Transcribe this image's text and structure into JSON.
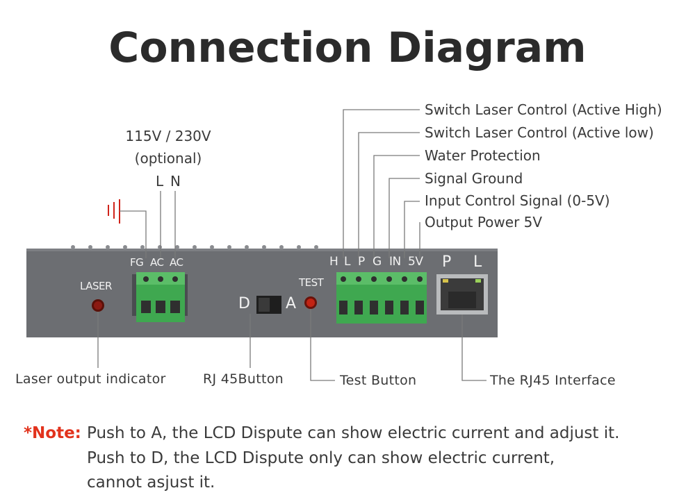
{
  "title": "Connection Diagram",
  "power": {
    "voltage": "115V / 230V",
    "optional": "(optional)",
    "l": "L",
    "n": "N"
  },
  "right_labels": [
    "Switch Laser Control (Active High)",
    "Switch Laser Control (Active low)",
    "Water Protection",
    "Signal Ground",
    "Input Control Signal (0-5V)",
    "Output Power 5V"
  ],
  "panel": {
    "fg": "FG",
    "ac1": "AC",
    "ac2": "AC",
    "laser": "LASER",
    "test": "TEST",
    "d": "D",
    "a": "A",
    "pins": [
      "H",
      "L",
      "P",
      "G",
      "IN",
      "5V"
    ],
    "p": "P",
    "l": "L"
  },
  "bottom_labels": {
    "laser_indicator": "Laser output indicator",
    "rj45_button": "RJ 45Button",
    "test_button": "Test Button",
    "rj45_interface": "The RJ45 Interface"
  },
  "note": {
    "label": "*Note:",
    "line1": "Push to A, the LCD Dispute can show electric current and adjust it.",
    "line2": "Push to D, the LCD Dispute only can show electric current,",
    "line3": "cannot asjust it."
  },
  "colors": {
    "panel": "#6c6e72",
    "terminal_green": "#3fa850",
    "note_red": "#e2321c",
    "led_red": "#8b1a12"
  }
}
